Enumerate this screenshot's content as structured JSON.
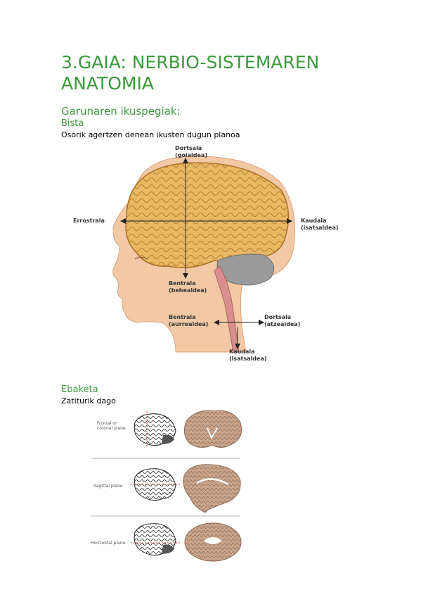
{
  "title": "3.GAIA: NERBIO-SISTEMAREN ANATOMIA",
  "section_heading": "Garunaren ikuspegiak:",
  "bista": {
    "heading": "Bista",
    "description": "Osorik agertzen denean ikusten dugun planoa",
    "labels": {
      "dortsala_goialdea_1": "Dortsala",
      "dortsala_goialdea_2": "(goialdea)",
      "errostrala": "Errostrala",
      "kaudala_1": "Kaudala",
      "kaudala_2": "(isatsaldea)",
      "bentrala_behealdea_1": "Bentrala",
      "bentrala_behealdea_2": "(behealdea)",
      "bentrala_aurrealdea_1": "Bentrala",
      "bentrala_aurrealdea_2": "(aurrealdea)",
      "dortsala_atzealdea_1": "Dortsala",
      "dortsala_atzealdea_2": "(atzealdea)",
      "kaudala_bottom_1": "Kaudala",
      "kaudala_bottom_2": "(isatsaldea)"
    }
  },
  "ebaketa": {
    "heading": "Ebaketa",
    "description": "Zatiturik dago",
    "planes": {
      "frontal_1": "Frontal or",
      "frontal_2": "coronal plane",
      "sagittal": "Sagittal plane",
      "horizontal": "Horizontal plane"
    }
  },
  "colors": {
    "heading_green": "#3b9a3b",
    "brain": "#e8b864",
    "skin": "#f2c9a4",
    "cerebellum": "#9a9a9a"
  }
}
